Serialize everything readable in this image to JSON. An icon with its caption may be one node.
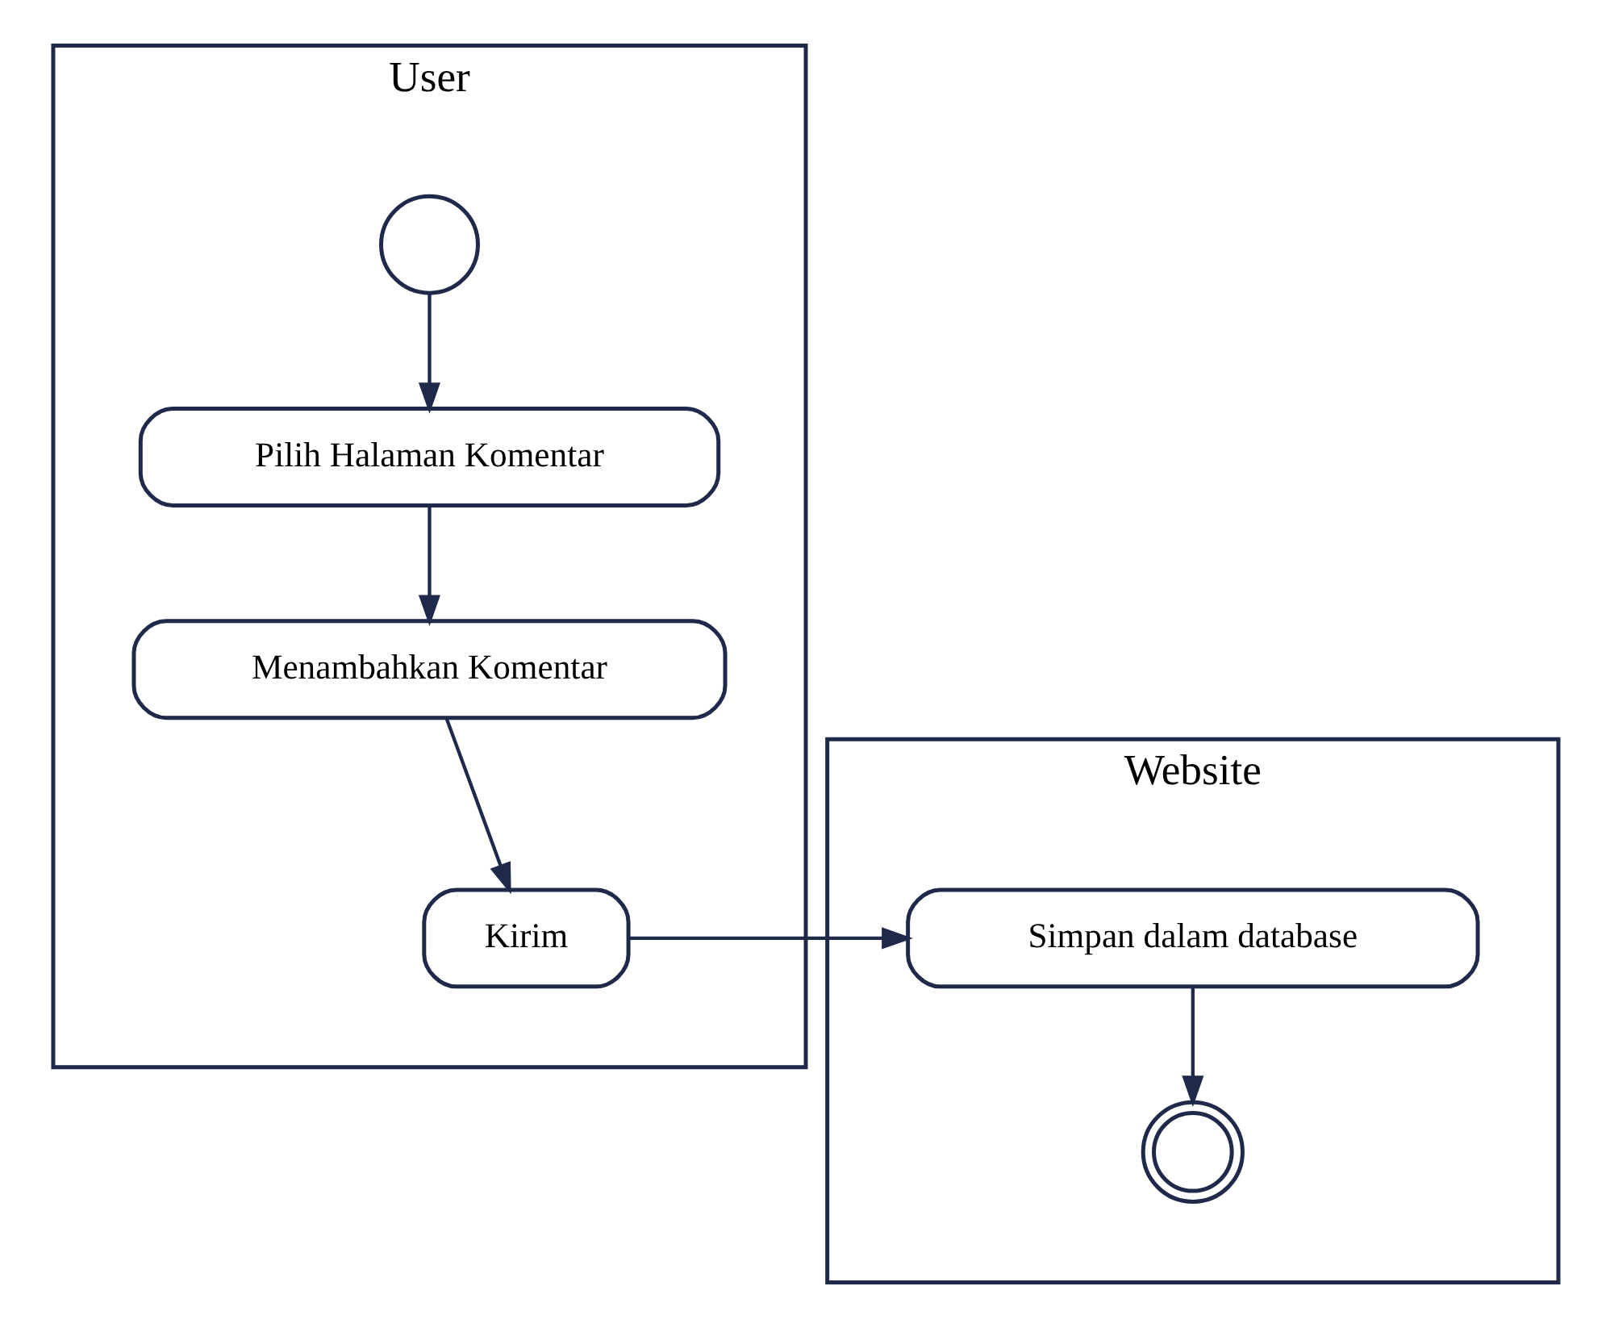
{
  "diagram": {
    "nodes": [
      {
        "text": [
          "User"
        ]
      },
      {
        "text": [
          "Website"
        ]
      },
      {
        "text": [],
        "shape": "circle",
        "in": 0
      },
      {
        "text": [
          "Pilih Halaman Komentar"
        ],
        "in": 0
      },
      {
        "text": [
          "Menambahkan Komentar"
        ],
        "in": 0
      },
      {
        "text": [
          "Kirim"
        ],
        "in": 0
      },
      {
        "text": [
          "Simpan dalam database"
        ],
        "in": 1
      },
      {
        "text": [],
        "shape": "doublecircle",
        "in": 1
      }
    ],
    "edges": [
      {
        "from": 2,
        "to": 3,
        "arrow": "to"
      },
      {
        "from": 3,
        "to": 4,
        "arrow": "to"
      },
      {
        "from": 4,
        "to": 5,
        "arrow": "to"
      },
      {
        "from": 5,
        "to": 6,
        "arrow": "to"
      },
      {
        "from": 6,
        "to": 7,
        "arrow": "to"
      }
    ]
  }
}
